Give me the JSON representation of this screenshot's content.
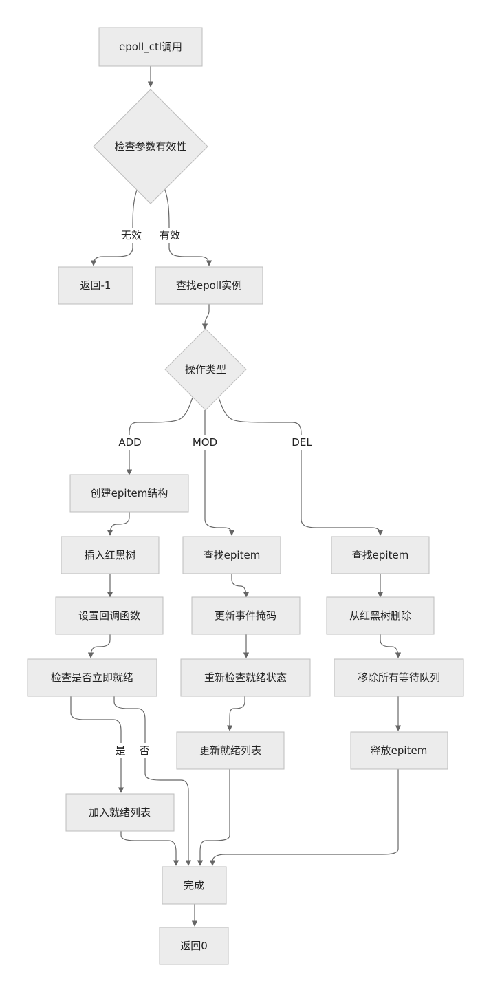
{
  "nodes": {
    "start": "epoll_ctl调用",
    "check_params": "检查参数有效性",
    "return_neg1": "返回-1",
    "find_epoll": "查找epoll实例",
    "op_type": "操作类型",
    "create_epitem": "创建epitem结构",
    "insert_rbtree": "插入红黑树",
    "set_callback": "设置回调函数",
    "check_ready": "检查是否立即就绪",
    "add_ready": "加入就绪列表",
    "mod_find": "查找epitem",
    "update_mask": "更新事件掩码",
    "recheck_ready": "重新检查就绪状态",
    "update_ready_list": "更新就绪列表",
    "del_find": "查找epitem",
    "remove_rbtree": "从红黑树删除",
    "remove_wait": "移除所有等待队列",
    "free_epitem": "释放epitem",
    "done": "完成",
    "return0": "返回0"
  },
  "edge_labels": {
    "invalid": "无效",
    "valid": "有效",
    "add": "ADD",
    "mod": "MOD",
    "del": "DEL",
    "yes": "是",
    "no": "否"
  },
  "colors": {
    "node_fill": "#ececec",
    "node_border": "#bdbdbd",
    "edge": "#666666"
  }
}
